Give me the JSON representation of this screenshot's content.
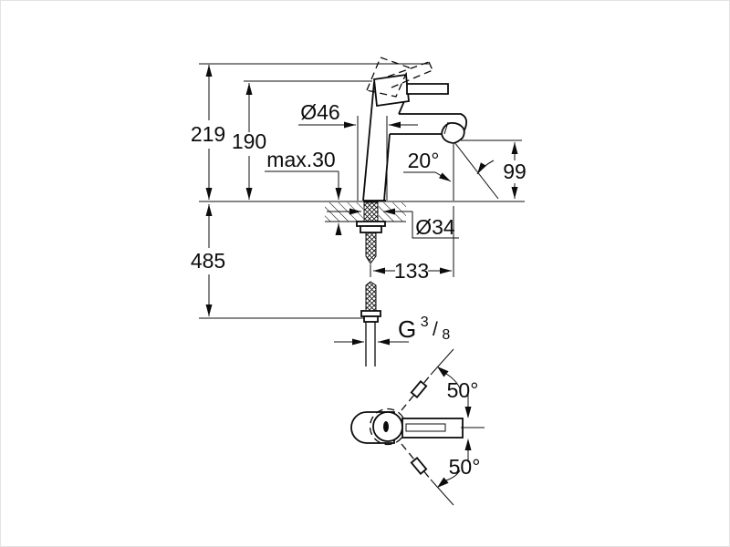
{
  "drawing": {
    "type": "technical-dimension-drawing",
    "subject": "single-lever basin faucet, side elevation and plan view",
    "colors": {
      "line": "#0c0c0c",
      "background": "#ffffff"
    },
    "labels": {
      "height_total": "219",
      "height_to_body": "190",
      "max_thickness": "max.30",
      "base_diameter": "Ø46",
      "spout_angle": "20°",
      "spout_height": "99",
      "hose_length": "485",
      "shank_diameter": "Ø34",
      "spout_reach": "133",
      "thread_g": "G",
      "thread_sup": "3",
      "thread_slash": "/",
      "thread_sub": "8",
      "swing_angle_top": "50°",
      "swing_angle_bottom": "50°"
    }
  }
}
